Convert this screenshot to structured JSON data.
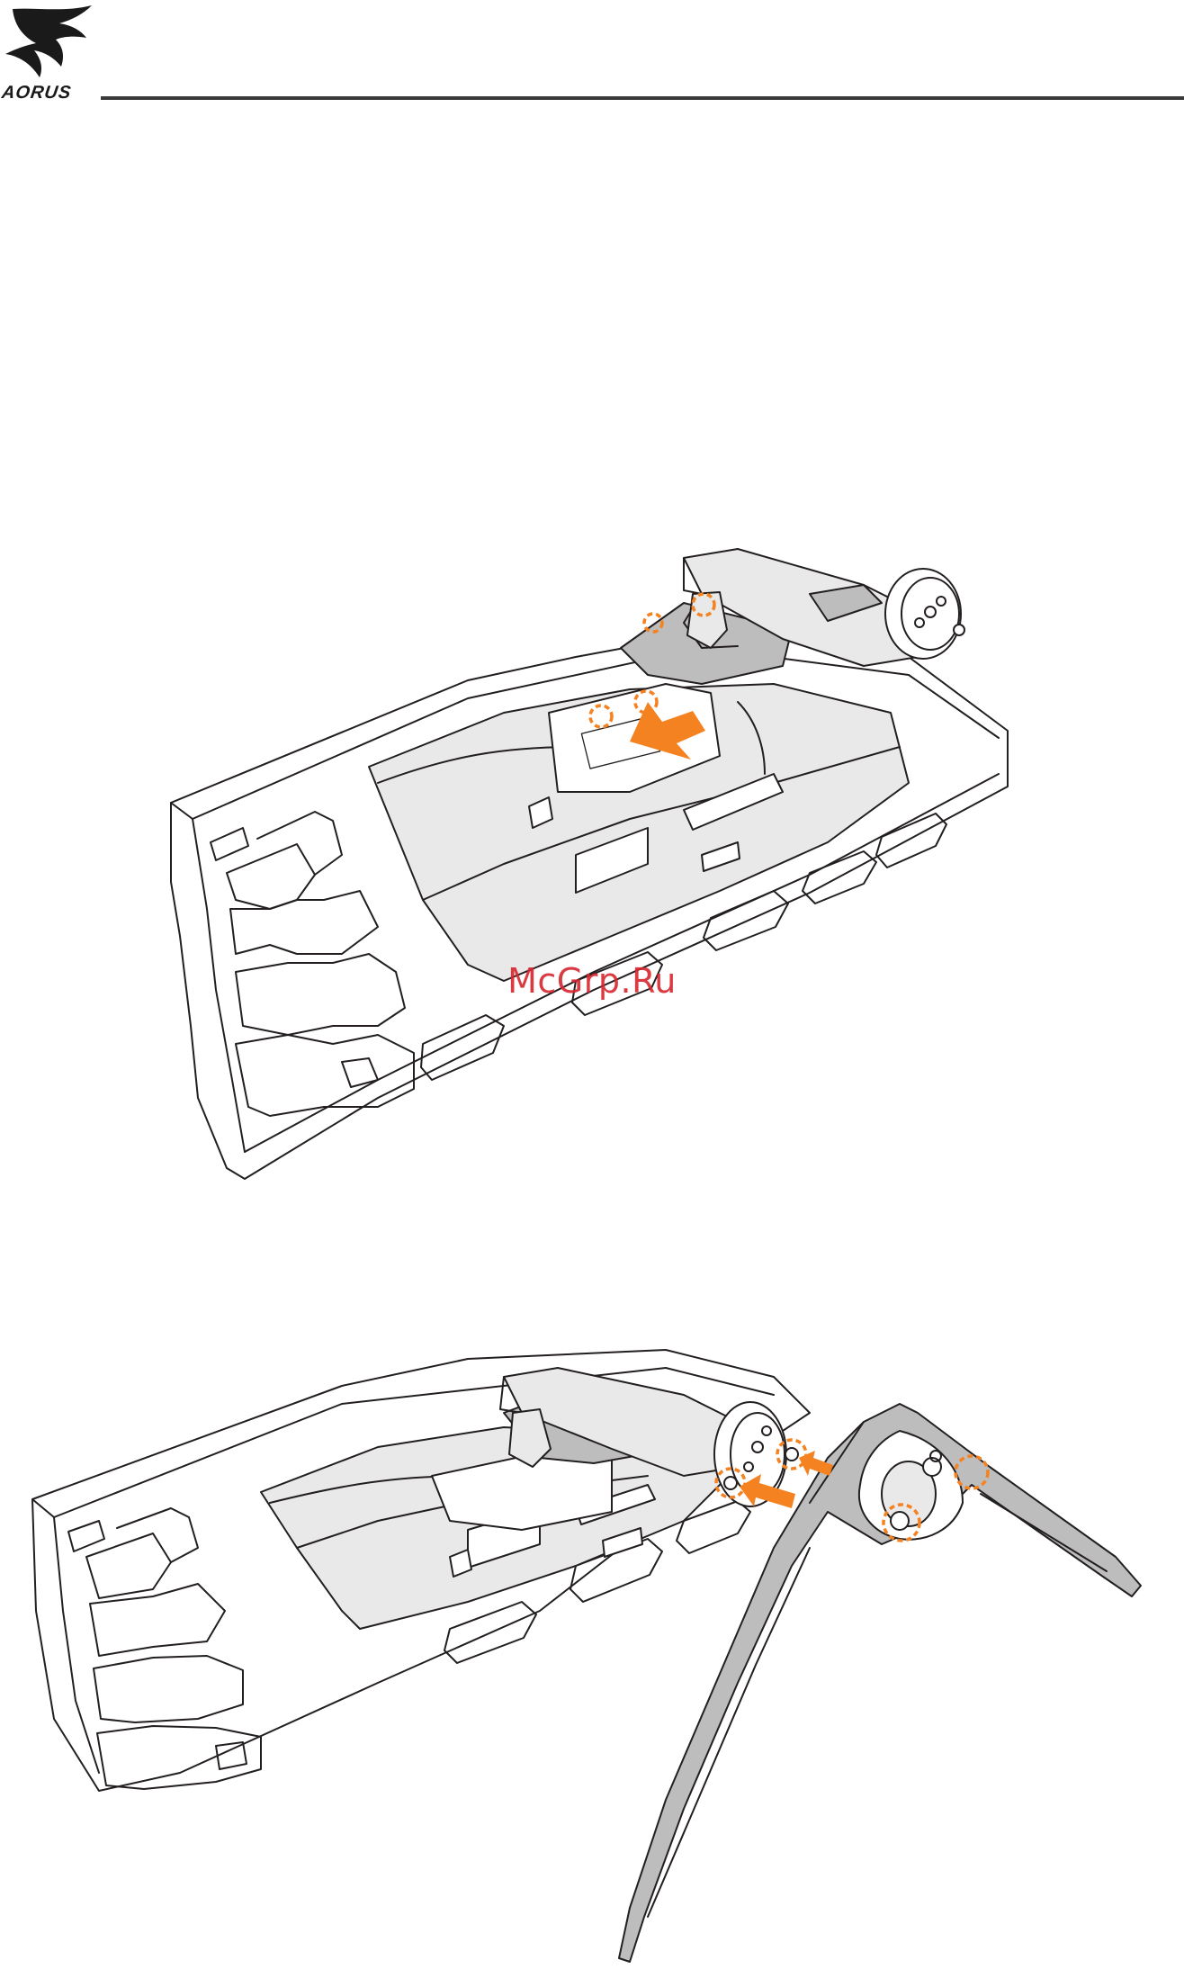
{
  "header": {
    "logo_icon": "eagle-logo-icon",
    "logo_text": "AORUS"
  },
  "figures": [
    {
      "icon": "stand-arm-attach-illustration"
    },
    {
      "icon": "stand-base-attach-illustration"
    }
  ],
  "watermark": {
    "text": "McGrp.Ru"
  },
  "colors": {
    "accent": "#f58220",
    "line": "#231f20",
    "rule": "#3a3a3a",
    "watermark": "#d7262e"
  }
}
